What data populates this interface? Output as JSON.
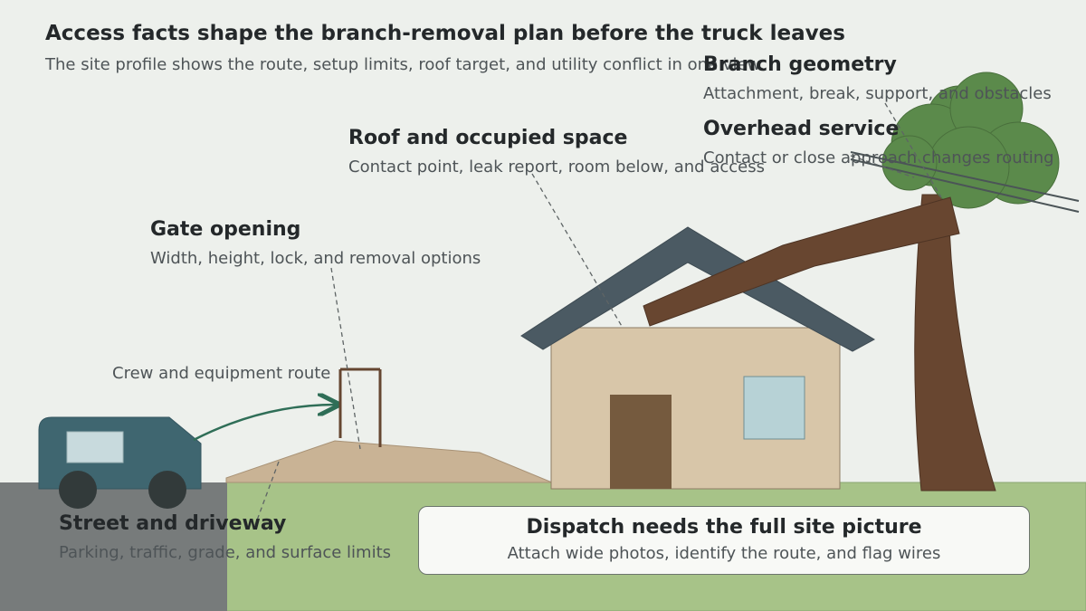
{
  "header": {
    "title": "Access facts shape the branch-removal plan before the truck leaves",
    "subtitle": "The site profile shows the route, setup limits, roof target, and utility conflict in one view."
  },
  "callouts": {
    "branch": {
      "title": "Branch geometry",
      "desc": "Attachment, break, support, and obstacles"
    },
    "service": {
      "title": "Overhead service",
      "desc": "Contact or close approach changes routing"
    },
    "roof": {
      "title": "Roof and occupied space",
      "desc": "Contact point, leak report, room below, and access"
    },
    "gate": {
      "title": "Gate opening",
      "desc": "Width, height, lock, and removal options"
    },
    "street": {
      "title": "Street and driveway",
      "desc": "Parking, traffic, grade, and surface limits"
    }
  },
  "route": {
    "label": "Crew and equipment route"
  },
  "panel": {
    "title": "Dispatch needs the full site picture",
    "desc": "Attach wide photos, identify the route, and flag wires"
  },
  "colors": {
    "sky": "#edf0ec",
    "lawn": "#a7c388",
    "street": "#777b7b",
    "truck": "#3f6670",
    "house_wall": "#d8c6a9",
    "roof": "#4b5a63",
    "trunk": "#684630",
    "canopy": "#5b8a4b",
    "route_arrow": "#2f6e57"
  }
}
